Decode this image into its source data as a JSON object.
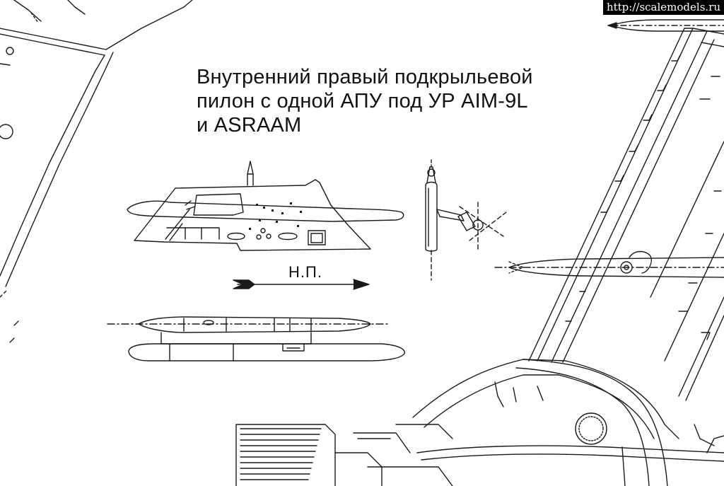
{
  "watermark": "http://scalemodels.ru",
  "caption": {
    "line1": "Внутренний правый подкрыльевой",
    "line2": "пилон с одной АПУ под УР AIM-9L",
    "line3": "и ASRAAM"
  },
  "direction_label": "Н.П.",
  "colors": {
    "line": "#1a1a1a",
    "paper": "#ffffff"
  }
}
